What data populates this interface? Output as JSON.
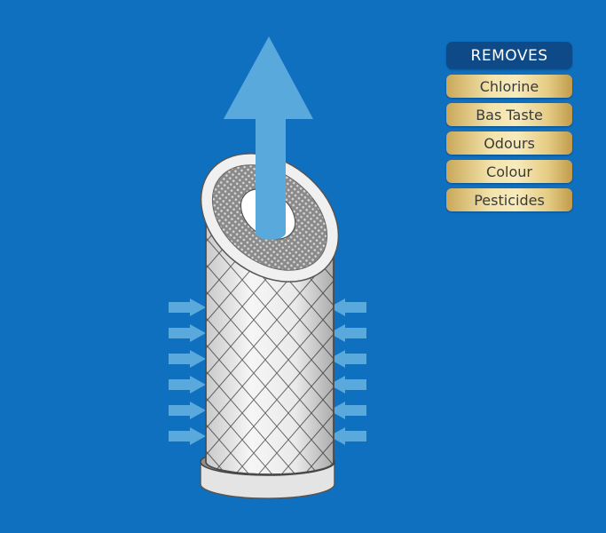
{
  "removes": {
    "title": "REMOVES",
    "items": [
      "Chlorine",
      "Bas Taste",
      "Odours",
      "Colour",
      "Pesticides"
    ]
  },
  "colors": {
    "background": "#1070c0",
    "arrow": "#5aa9dc",
    "panel_header": "#0e4a87",
    "badge_gold": "#efdca0"
  },
  "icons": {
    "outflow": "arrow-up-icon",
    "inflow_left": "arrow-right-icon",
    "inflow_right": "arrow-left-icon",
    "cartridge": "filter-cartridge-icon"
  }
}
